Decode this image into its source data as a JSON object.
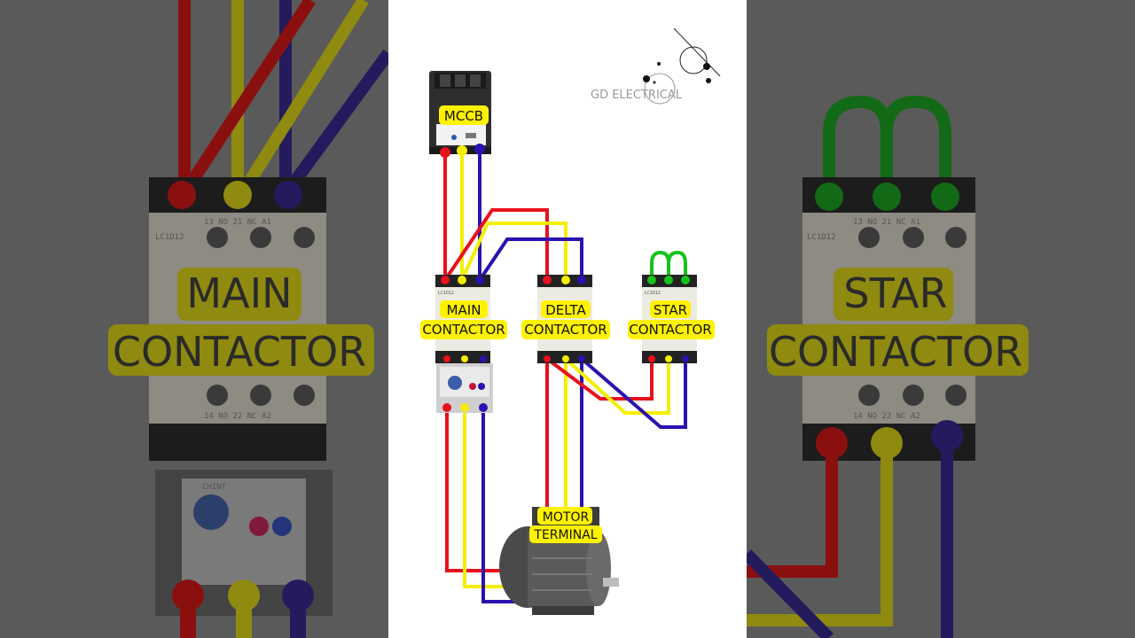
{
  "brand": {
    "name": "GD ELECTRICAL"
  },
  "components": {
    "mccb": {
      "label": "MCCB"
    },
    "main_contactor": {
      "line1": "MAIN",
      "line2": "CONTACTOR",
      "model": "LC1D12"
    },
    "delta_contactor": {
      "line1": "DELTA",
      "line2": "CONTACTOR"
    },
    "star_contactor": {
      "line1": "STAR",
      "line2": "CONTACTOR",
      "model": "LC1D12"
    },
    "motor_terminal": {
      "line1": "MOTOR",
      "line2": "TERMINAL"
    }
  },
  "background_panels": {
    "left": {
      "line1": "MAIN",
      "line2": "CONTACTOR",
      "model": "LC1D12",
      "top_terms": "13   NO   21   NC   A1",
      "bottom_terms": "14   NO  22   NC   A2",
      "relay_brand": "CHINT"
    },
    "right": {
      "line1": "STAR",
      "line2": "CONTACTOR",
      "model": "LC1D12",
      "top_terms": "13   NO   21   NC   A1",
      "bottom_terms": "14   NO  22   NC   A2"
    }
  },
  "colors": {
    "phase_r": "#e8101b",
    "phase_y": "#f5ee00",
    "phase_b": "#2a12b0",
    "star_link": "#16c21a",
    "label_bg": "#fff200"
  }
}
